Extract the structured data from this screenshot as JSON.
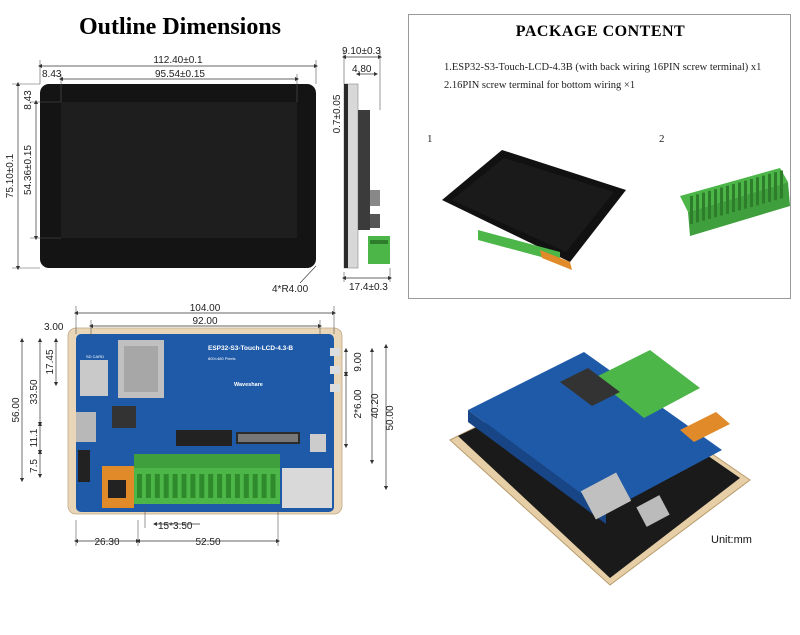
{
  "outline": {
    "title": "Outline Dimensions",
    "top_width": "112.40±0.1",
    "inner_width": "95.54±0.15",
    "left_margin": "8.43",
    "top_margin": "8.43",
    "height": "75.10±0.1",
    "inner_height": "54.36±0.15",
    "corner_radius": "4*R4.00",
    "side_depth": "9.10±0.3",
    "side_inner_depth": "4.80",
    "glass_thickness": "0.7±0.05",
    "side_bottom": "17.4±0.3"
  },
  "package": {
    "title": "PACKAGE CONTENT",
    "item1": "1.ESP32-S3-Touch-LCD-4.3B (with back wiring 16PIN screw terminal) x1",
    "item2": "2.16PIN screw terminal for bottom wiring ×1",
    "label1": "1",
    "label2": "2"
  },
  "back": {
    "width_outer": "104.00",
    "width_inner": "92.00",
    "top_offset": "3.00",
    "height_a": "17.45",
    "height_b": "33.50",
    "height_c": "56.00",
    "height_d": "11.1",
    "height_e": "7.5",
    "pitch": "15*3.50",
    "bottom_left": "26.30",
    "bottom_right": "52.50",
    "right_a": "9.00",
    "right_b": "2*6.00",
    "right_c": "40.20",
    "right_d": "50.00",
    "board_title": "ESP32-S3-Touch-LCD-4.3-B",
    "board_sub": "800×480 Pixels",
    "sd_label": "SD CARD",
    "brand": "Waveshare",
    "unit": "Unit:mm"
  },
  "colors": {
    "board_blue": "#1f5aa8",
    "terminal_green": "#4cb648",
    "frame_beige": "#e9d6b8",
    "lcd_black": "#111111"
  }
}
